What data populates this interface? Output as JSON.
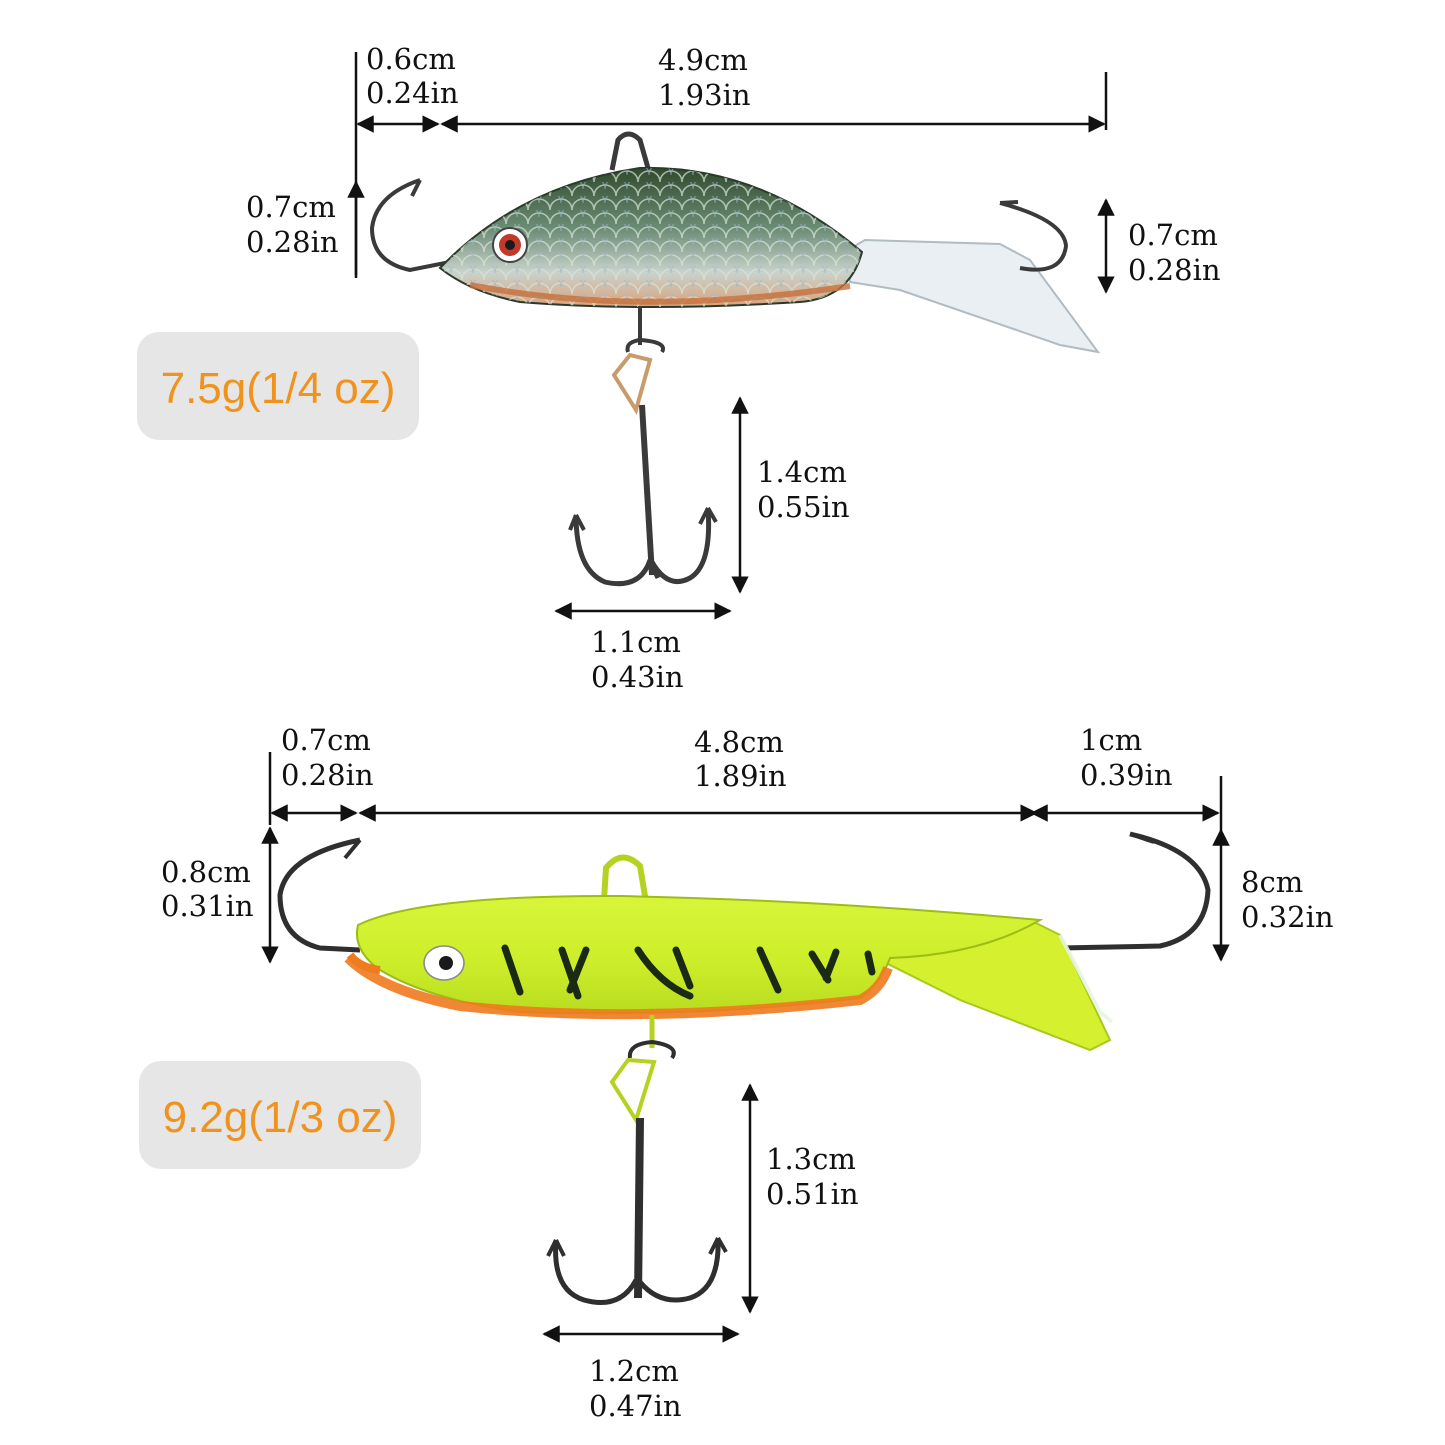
{
  "colors": {
    "line": "#111111",
    "weight_text": "#f0931e",
    "weight_badge": "#e6e6e6",
    "lure1_body": "#3c5e3e",
    "lure1_belly": "#d9a27a",
    "lure2_body": "#d8f53a",
    "lure2_belly": "#f07a1e",
    "lure2_stripe": "#1a2a14",
    "hook_metal": "#3a3a3a"
  },
  "lure_top": {
    "weight": "7.5g(1/4 oz)",
    "dims": {
      "front_hook_length": {
        "cm": "0.6cm",
        "in": "0.24in"
      },
      "body_length": {
        "cm": "4.9cm",
        "in": "1.93in"
      },
      "front_hook_height": {
        "cm": "0.7cm",
        "in": "0.28in"
      },
      "rear_hook_height": {
        "cm": "0.7cm",
        "in": "0.28in"
      },
      "treble_height": {
        "cm": "1.4cm",
        "in": "0.55in"
      },
      "treble_width": {
        "cm": "1.1cm",
        "in": "0.43in"
      }
    }
  },
  "lure_bottom": {
    "weight": "9.2g(1/3 oz)",
    "dims": {
      "front_hook_length": {
        "cm": "0.7cm",
        "in": "0.28in"
      },
      "body_length": {
        "cm": "4.8cm",
        "in": "1.89in"
      },
      "rear_hook_length": {
        "cm": "1cm",
        "in": "0.39in"
      },
      "front_hook_height": {
        "cm": "0.8cm",
        "in": "0.31in"
      },
      "rear_hook_height": {
        "cm": "8cm",
        "in": "0.32in"
      },
      "treble_height": {
        "cm": "1.3cm",
        "in": "0.51in"
      },
      "treble_width": {
        "cm": "1.2cm",
        "in": "0.47in"
      }
    }
  }
}
